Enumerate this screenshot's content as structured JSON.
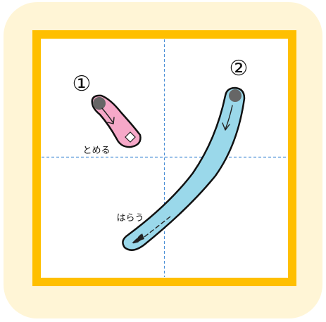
{
  "strokes": [
    {
      "number": "①",
      "instruction": "とめる",
      "fill_color": "#f6a8c8"
    },
    {
      "number": "②",
      "instruction": "はらう",
      "fill_color": "#9ad8ea"
    }
  ],
  "colors": {
    "card_background": "#fff5d6",
    "frame_border": "#ffbf00",
    "square_background": "#ffffff",
    "guide_line": "#4b8fd6",
    "stroke_outline": "#111111",
    "start_dot": "#666666",
    "arrow": "#222222"
  },
  "icons": {
    "start_marker": "start-dot-icon",
    "end_marker_stop": "stop-square-icon",
    "direction": "arrow-icon"
  }
}
